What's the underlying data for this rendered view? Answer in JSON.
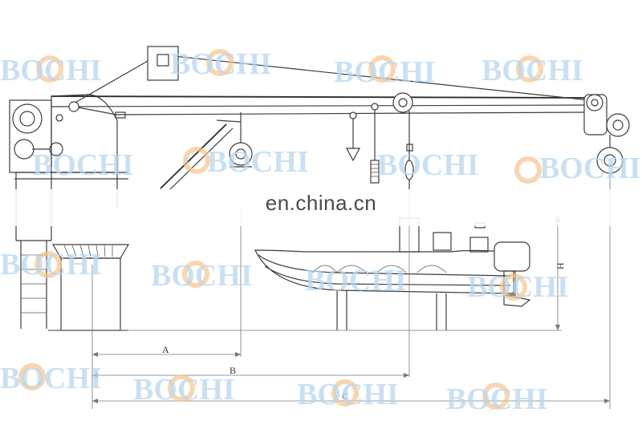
{
  "watermark": {
    "brand_text": "BOCHI",
    "overlay_text": "en.china.cn",
    "brand_color": "#b9d6ee",
    "gear_color": "#f3c48f"
  },
  "dimensions": {
    "a_label": "A",
    "b_label": "B",
    "c_label": "C",
    "h_label": "H"
  }
}
